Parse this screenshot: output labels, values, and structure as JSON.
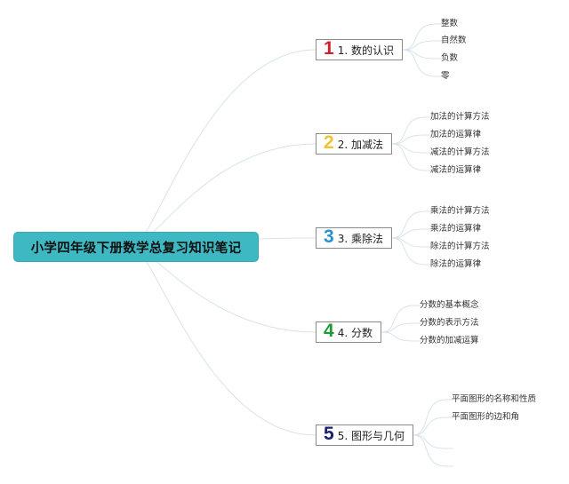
{
  "root": {
    "label": "小学四年级下册数学总复习知识笔记"
  },
  "colors": {
    "root_bg": "#3eb8c2",
    "branch_1": "#d0202a",
    "branch_2": "#f2c232",
    "branch_3": "#2a91d0",
    "branch_4": "#1e9a34",
    "branch_5": "#17206e",
    "link": "#d7e3ea"
  },
  "branches": [
    {
      "badge": "1",
      "label": "1. 数的认识",
      "leaves": [
        "整数",
        "自然数",
        "负数",
        "零"
      ]
    },
    {
      "badge": "2",
      "label": "2. 加减法",
      "leaves": [
        "加法的计算方法",
        "加法的运算律",
        "减法的计算方法",
        "减法的运算律"
      ]
    },
    {
      "badge": "3",
      "label": "3. 乘除法",
      "leaves": [
        "乘法的计算方法",
        "乘法的运算律",
        "除法的计算方法",
        "除法的运算律"
      ]
    },
    {
      "badge": "4",
      "label": "4. 分数",
      "leaves": [
        "分数的基本概念",
        "分数的表示方法",
        "分数的加减运算"
      ]
    },
    {
      "badge": "5",
      "label": "5. 图形与几何",
      "leaves": [
        "平面图形的名称和性质",
        "平面图形的边和角"
      ]
    }
  ]
}
